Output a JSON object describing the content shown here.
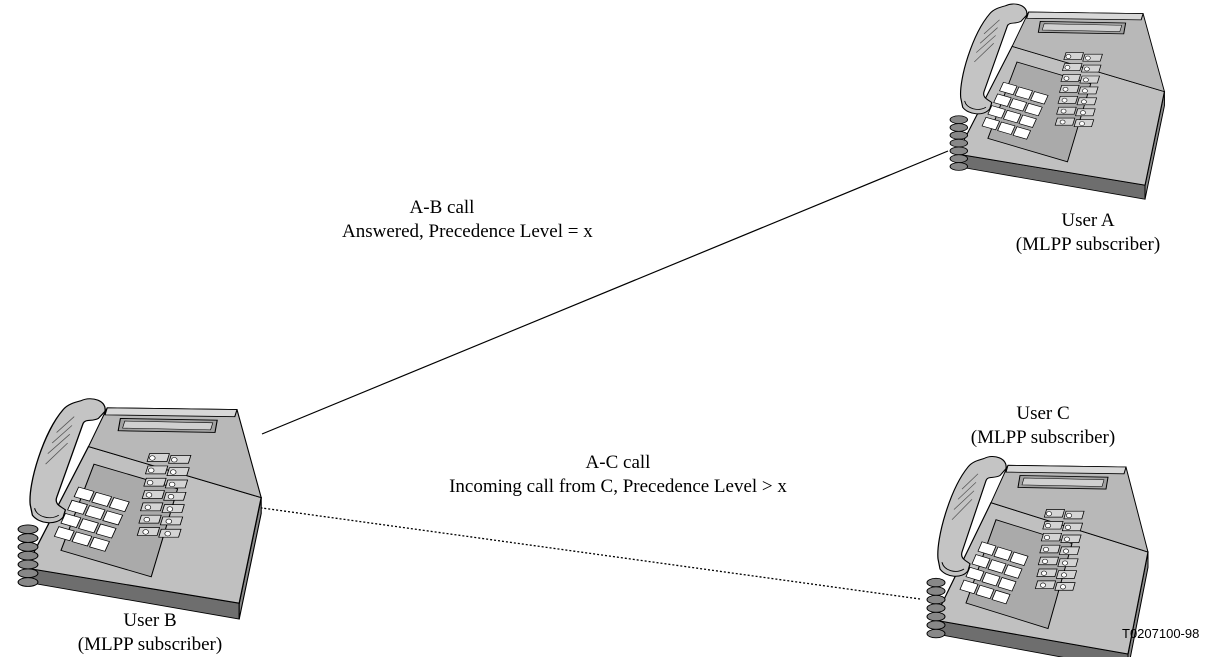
{
  "connections": {
    "ab": {
      "title": "A-B call",
      "detail": "Answered, Precedence Level = x"
    },
    "ac": {
      "title": "A-C call",
      "detail": "Incoming call from C, Precedence Level > x"
    }
  },
  "users": {
    "a": {
      "name": "User A",
      "role": "(MLPP subscriber)"
    },
    "b": {
      "name": "User B",
      "role": "(MLPP subscriber)"
    },
    "c": {
      "name": "User C",
      "role": "(MLPP subscriber)"
    }
  },
  "figure_id": "T0207100-98",
  "colors": {
    "body": "#c0c0c0",
    "body_dark": "#7f7f7f",
    "outline": "#000000",
    "keys": "#ffffff"
  },
  "icons": [
    "telephone-icon"
  ]
}
